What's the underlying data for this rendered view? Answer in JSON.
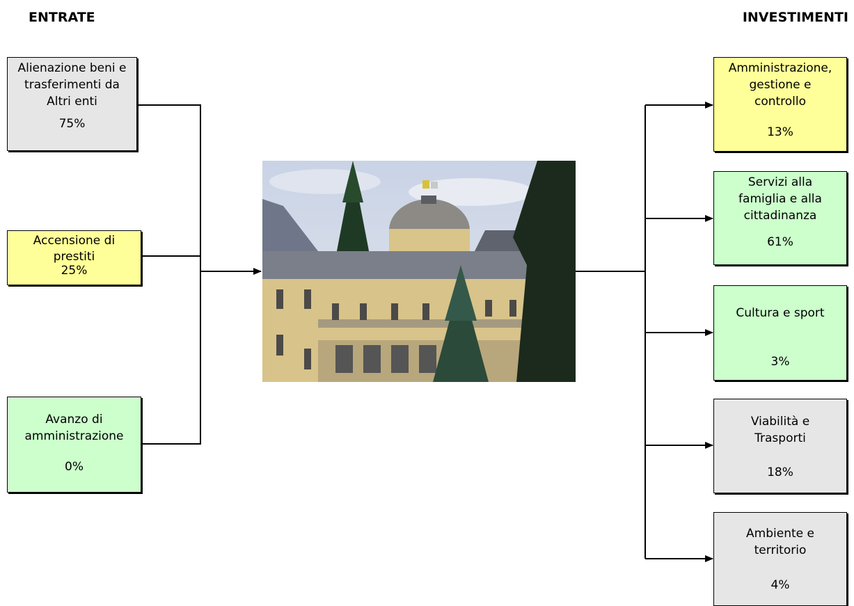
{
  "headings": {
    "entrate": "ENTRATE",
    "investimenti": "INVESTIMENTI"
  },
  "entrate": [
    {
      "label": "Alienazione beni e\ntrasferimenti da\nAltri enti",
      "pct": "75%",
      "color": "#e6e6e6"
    },
    {
      "label": "Accensione di\nprestiti",
      "pct": "25%",
      "color": "#ffff99"
    },
    {
      "label": "Avanzo di\namministrazione",
      "pct": "0%",
      "color": "#ccffcc"
    }
  ],
  "investimenti": [
    {
      "label": "Amministrazione,\ngestione e\ncontrollo",
      "pct": "13%",
      "color": "#ffff99"
    },
    {
      "label": "Servizi alla\nfamiglia e alla\ncittadinanza",
      "pct": "61%",
      "color": "#ccffcc"
    },
    {
      "label": "Cultura e sport",
      "pct": "3%",
      "color": "#ccffcc"
    },
    {
      "label": "Viabilità e\nTrasporti",
      "pct": "18%",
      "color": "#e6e6e6"
    },
    {
      "label": "Ambiente e\nterritorio",
      "pct": "4%",
      "color": "#e6e6e6"
    }
  ]
}
